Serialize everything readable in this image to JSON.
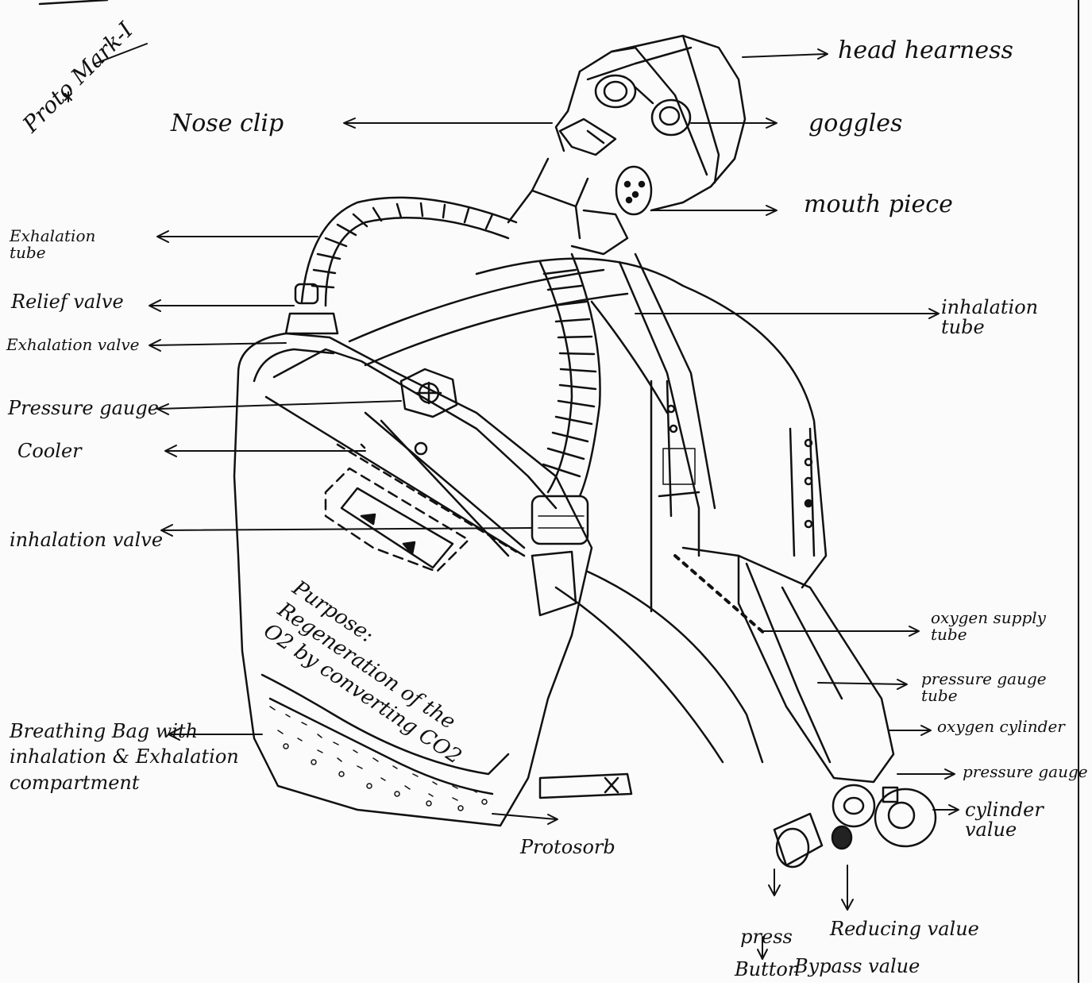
{
  "diagram": {
    "title": "Proto Mark-I",
    "labels": {
      "head_harness": "head hearness",
      "nose_clip": "Nose clip",
      "goggles": "goggles",
      "mouth_piece": "mouth piece",
      "exhalation_tube": "Exhalation tube",
      "relief_valve": "Relief valve",
      "exhalation_valve": "Exhalation valve",
      "inhalation_tube": "inhalation tube",
      "pressure_gauge": "Pressure gauge",
      "cooler": "Cooler",
      "inhalation_valve": "inhalation valve",
      "oxygen_supply_tube": "oxygen supply tube",
      "pressure_gauge_tube": "pressure gauge tube",
      "oxygen_cylinder": "oxygen cylinder",
      "pressure_gauge_right": "pressure gauge",
      "cylinder_valve": "cylinder value",
      "breathing_bag": "Breathing Bag with inhalation & Exhalation compartment",
      "protosorb": "Protosorb",
      "press_button": "press Button",
      "reducing_valve": "Reducing value",
      "bypass_valve": "Bypass value"
    },
    "purpose_lines": [
      "Purpose:",
      "Regeneration of the",
      "O2 by converting CO2"
    ]
  }
}
